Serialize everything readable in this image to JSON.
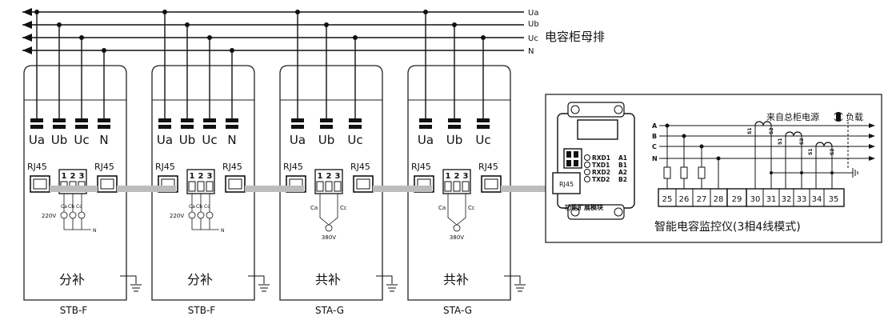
{
  "busbar": {
    "label": "电容柜母排",
    "lines": [
      "Ua",
      "Ub",
      "Uc",
      "N"
    ]
  },
  "modules": [
    {
      "terminals": [
        "Ua",
        "Ub",
        "Uc",
        "N"
      ],
      "rj45_left": "RJ45",
      "rj45_right": "RJ45",
      "strip_numbers": [
        "1",
        "2",
        "3"
      ],
      "phase_tags": [
        "Ca",
        "Cb",
        "Cc"
      ],
      "voltage": "220V",
      "neutral_tag": "N",
      "type": "分补",
      "model": "STB-F"
    },
    {
      "terminals": [
        "Ua",
        "Ub",
        "Uc",
        "N"
      ],
      "rj45_left": "RJ45",
      "rj45_right": "RJ45",
      "strip_numbers": [
        "1",
        "2",
        "3"
      ],
      "phase_tags": [
        "Ca",
        "Cb",
        "Cc"
      ],
      "voltage": "220V",
      "neutral_tag": "N",
      "type": "分补",
      "model": "STB-F"
    },
    {
      "terminals": [
        "Ua",
        "Ub",
        "Uc"
      ],
      "rj45_left": "RJ45",
      "rj45_right": "RJ45",
      "strip_numbers": [
        "1",
        "2",
        "3"
      ],
      "phase_tags": [
        "Ca",
        "Cc"
      ],
      "voltage": "380V",
      "type": "共补",
      "model": "STA-G"
    },
    {
      "terminals": [
        "Ua",
        "Ub",
        "Uc"
      ],
      "rj45_left": "RJ45",
      "rj45_right": "RJ45",
      "strip_numbers": [
        "1",
        "2",
        "3"
      ],
      "phase_tags": [
        "Ca",
        "Cc"
      ],
      "voltage": "380V",
      "type": "共补",
      "model": "STA-G"
    }
  ],
  "extension_module": {
    "rj45": "RJ45",
    "ports": [
      {
        "name": "RXD1",
        "pin": "A1"
      },
      {
        "name": "TXD1",
        "pin": "B1"
      },
      {
        "name": "RXD2",
        "pin": "A2"
      },
      {
        "name": "TXD2",
        "pin": "B2"
      }
    ],
    "label": "功能扩展模块"
  },
  "controller": {
    "source_label": "来自总柜电源",
    "load_label": "负载",
    "phase_lines": [
      "A",
      "B",
      "C",
      "N"
    ],
    "ct_labels": [
      "S1",
      "S2",
      "S1",
      "S2",
      "S1",
      "S2"
    ],
    "terminals": [
      "25",
      "26",
      "27",
      "28",
      "29",
      "30",
      "31",
      "32",
      "33",
      "34",
      "35"
    ],
    "title": "智能电容监控仪(3相4线模式)"
  }
}
